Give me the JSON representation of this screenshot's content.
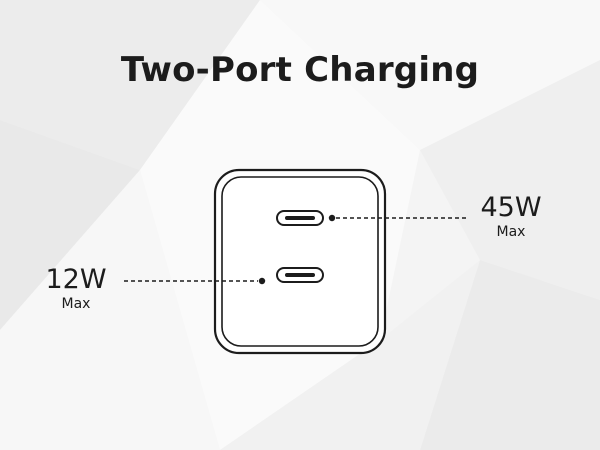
{
  "title": "Two-Port Charging",
  "ports": [
    {
      "wattage": "45W",
      "qualifier": "Max"
    },
    {
      "wattage": "12W",
      "qualifier": "Max"
    }
  ],
  "colors": {
    "text": "#1c1c1c",
    "background": "#f3f3f3",
    "charger_body": "#ffffff",
    "charger_outline": "#1c1c1c"
  },
  "icons": [
    "usb-c-port-icon",
    "usb-c-port-icon"
  ]
}
